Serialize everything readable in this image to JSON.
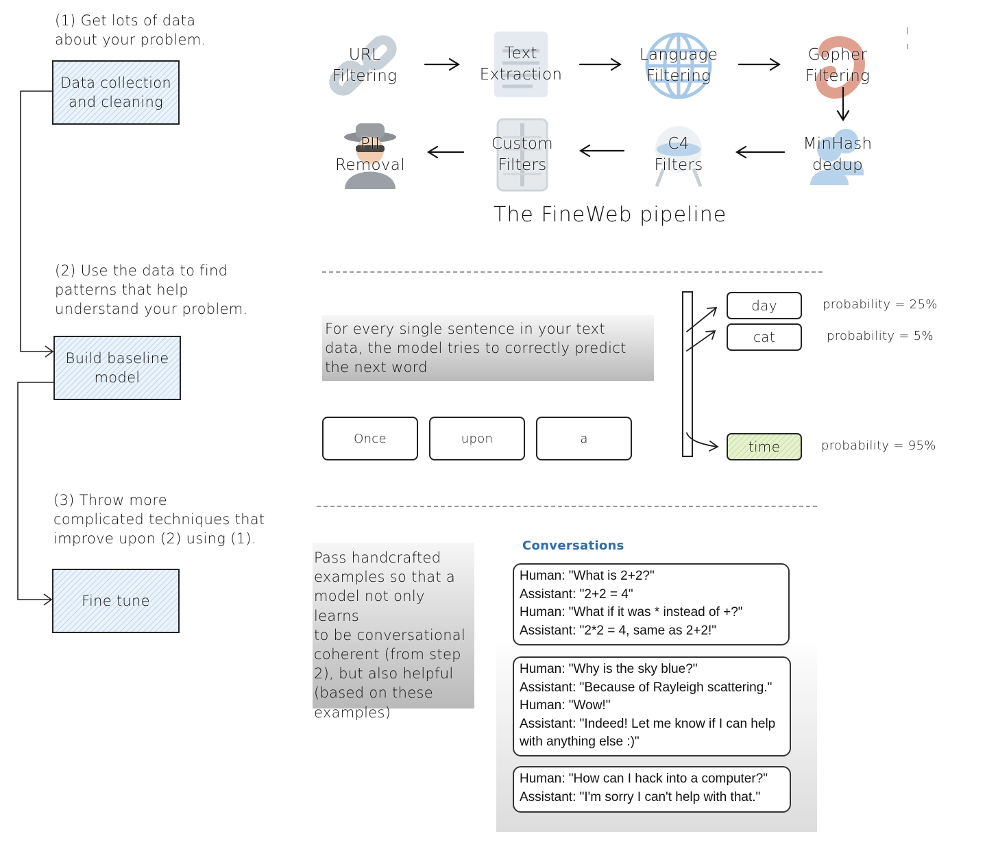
{
  "steps": {
    "note1": [
      "(1) Get lots of data",
      "about your problem."
    ],
    "box1": [
      "Data collection",
      "and cleaning"
    ],
    "note2": [
      "(2) Use the data to find",
      "patterns that help",
      "understand your problem."
    ],
    "box2": [
      "Build baseline",
      "model"
    ],
    "note3": [
      "(3) Throw more",
      "complicated techniques that",
      "improve upon (2) using (1)."
    ],
    "box3": [
      "Fine tune"
    ]
  },
  "pipeline": {
    "title": "The FineWeb pipeline",
    "nodes": [
      {
        "label": [
          "URL",
          "Filtering"
        ],
        "icon": "link-icon"
      },
      {
        "label": [
          "Text",
          "Extraction"
        ],
        "icon": "document-icon"
      },
      {
        "label": [
          "Language",
          "Filtering"
        ],
        "icon": "globe-icon"
      },
      {
        "label": [
          "Gopher",
          "Filtering"
        ],
        "icon": "gopher-icon"
      },
      {
        "label": [
          "MinHash",
          "dedup"
        ],
        "icon": "people-icon"
      },
      {
        "label": [
          "C4",
          "Filters"
        ],
        "icon": "cauldron-icon"
      },
      {
        "label": [
          "Custom",
          "Filters"
        ],
        "icon": "filter-sheet-icon"
      },
      {
        "label": [
          "PII",
          "Removal"
        ],
        "icon": "spy-icon"
      }
    ]
  },
  "prediction": {
    "caption": [
      "For every single sentence in your text",
      "data, the model tries to correctly predict",
      "the next word"
    ],
    "inputs": [
      "Once",
      "upon",
      "a"
    ],
    "outputs": [
      {
        "word": "day",
        "probability": "probability = 25%"
      },
      {
        "word": "cat",
        "probability": "probability = 5%"
      },
      {
        "word": "time",
        "probability": "probability = 95%"
      }
    ]
  },
  "finetune": {
    "caption": [
      "Pass handcrafted",
      "examples so that a",
      "model not only learns",
      "to be conversational",
      "coherent (from step",
      "2), but also helpful",
      "(based on these",
      "examples)"
    ],
    "conversations_title": "Conversations",
    "conversations": [
      [
        "Human: \"What is 2+2?\"",
        "Assistant: \"2+2 = 4\"",
        "Human: \"What if it was * instead of +?\"",
        "Assistant: \"2*2 = 4, same as 2+2!\""
      ],
      [
        "Human: \"Why is the sky blue?\"",
        "Assistant: \"Because of Rayleigh scattering.\"",
        "Human: \"Wow!\"",
        "Assistant: \"Indeed! Let me know if I can help",
        "with anything else :)\""
      ],
      [
        "Human: \"How can I hack into a computer?\"",
        "Assistant: \"I'm sorry I can't help with that.\""
      ]
    ]
  },
  "colors": {
    "step_box_fill": "#eaf3fb",
    "time_fill": "#e6f2cf",
    "conversations_title": "#2f6ea5"
  }
}
